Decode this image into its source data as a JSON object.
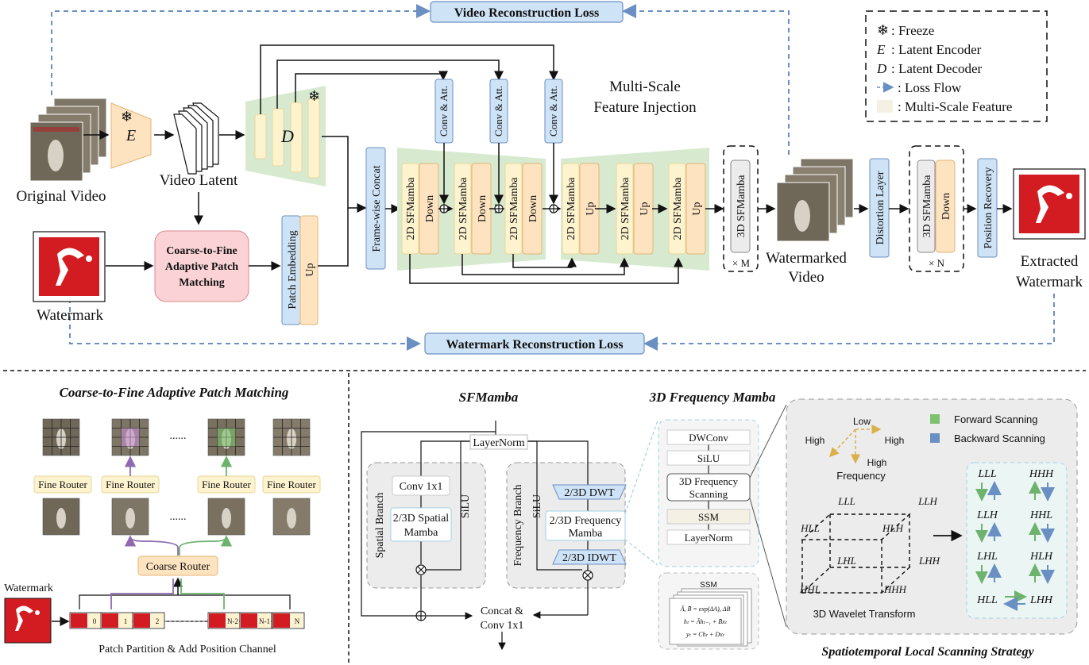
{
  "top": {
    "video_loss": "Video Reconstruction Loss",
    "watermark_loss": "Watermark Reconstruction Loss",
    "original_video": "Original Video",
    "video_latent": "Video Latent",
    "encoder": "E",
    "decoder": "D",
    "watermark": "Watermark",
    "coarse_to_fine": [
      "Coarse-to-Fine",
      "Adaptive Patch",
      "Matching"
    ],
    "patch_embedding": "Patch Embedding",
    "up": "Up",
    "down": "Down",
    "frame_concat": "Frame-wise Concat",
    "sfmamba_2d": "2D SFMamba",
    "sfmamba_3d": "3D SFMamba",
    "times_m": "× M",
    "times_n": "× N",
    "conv_att": "Conv & Att.",
    "msfi": [
      "Multi-Scale",
      "Feature Injection"
    ],
    "watermarked_video": [
      "Watermarked",
      "Video"
    ],
    "distortion": "Distortion Layer",
    "position_recovery": "Position Recovery",
    "extracted": [
      "Extracted",
      "Watermark"
    ]
  },
  "legend": {
    "freeze": ": Freeze",
    "enc": ": Latent Encoder",
    "dec": ": Latent Decoder",
    "loss_flow": ": Loss Flow",
    "msf": ": Multi-Scale Feature",
    "enc_sym": "E",
    "dec_sym": "D"
  },
  "c2f": {
    "title": "Coarse-to-Fine Adaptive Patch Matching",
    "fine_router": "Fine Router",
    "coarse_router": "Coarse Router",
    "ellipsis": "......",
    "watermark": "Watermark",
    "patch_labels": [
      "0",
      "1",
      "2",
      "N-2",
      "N-1",
      "N"
    ],
    "caption": "Patch Partition & Add Position Channel"
  },
  "sfm": {
    "title": "SFMamba",
    "layernorm": "LayerNorm",
    "spatial_branch": "Spatial Branch",
    "frequency_branch": "Frequency Branch",
    "conv1x1": "Conv 1x1",
    "spatial_mamba": [
      "2/3D Spatial",
      "Mamba"
    ],
    "silu": "SiLU",
    "dwt": "2/3D DWT",
    "freq_mamba": [
      "2/3D Frequency",
      "Mamba"
    ],
    "idwt": "2/3D IDWT",
    "concat": [
      "Concat &",
      "Conv 1x1"
    ]
  },
  "fm3d": {
    "title": "3D Frequency Mamba",
    "dwconv": "DWConv",
    "silu": "SiLU",
    "scanning": [
      "3D Frequency",
      "Scanning"
    ],
    "ssm": "SSM",
    "layernorm": "LayerNorm",
    "ssm_card": "SSM",
    "eq1": "Ā, B̄ = exp(ΔA), ΔB",
    "eq2": "hₜ = Āhₜ₋₁ + B̄xₜ",
    "eq3": "yₜ = Chₜ + Dxₜ"
  },
  "stls": {
    "title": "Spatiotemporal Local Scanning Strategy",
    "low": "Low",
    "high_l": "High",
    "high_r": "High",
    "high_b": "High",
    "frequency": "Frequency",
    "forward": "Forward Scanning",
    "backward": "Backward Scanning",
    "cube": [
      "LLL",
      "LLH",
      "HLL",
      "HLH",
      "LHL",
      "LHH",
      "HHL",
      "HHH"
    ],
    "wavelet": "3D Wavelet Transform",
    "grid": [
      "LLL",
      "HHH",
      "LLH",
      "HHL",
      "LHL",
      "HLH",
      "HLL",
      "LHH"
    ]
  },
  "colors": {
    "loss_blue": "#cfe3f7",
    "orange": "#fde3c0",
    "yellow": "#fdf3cf",
    "pink": "#fbd3d6",
    "green": "#d7ead0",
    "gray": "#ececec",
    "arrow_blue": "#6a8fc2"
  }
}
